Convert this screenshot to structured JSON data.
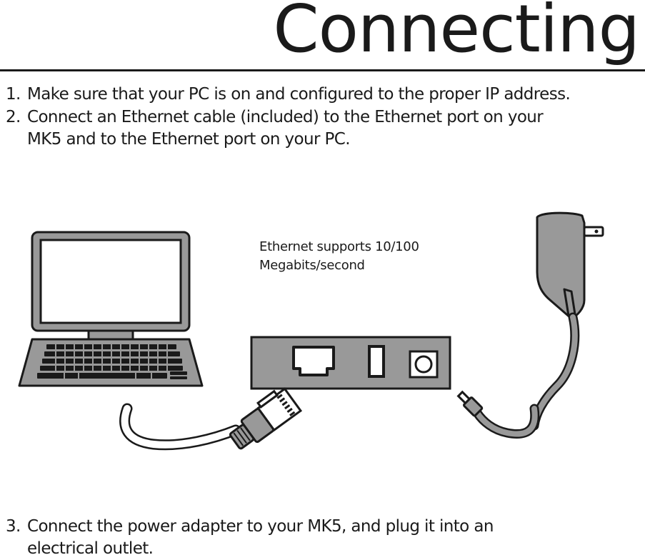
{
  "title": "Connecting",
  "steps": [
    {
      "num": "1.",
      "line1": "Make sure that your PC is on and configured to the proper IP address.",
      "line2": ""
    },
    {
      "num": "2.",
      "line1": "Connect an Ethernet cable (included) to the Ethernet port on your",
      "line2": "MK5 and to the Ethernet port on your PC."
    },
    {
      "num": "3.",
      "line1": "Connect the power adapter to your MK5, and plug it into an",
      "line2": "electrical outlet."
    }
  ],
  "note": {
    "line1": "Ethernet supports 10/100",
    "line2": "Megabits/second"
  },
  "colors": {
    "text": "#1a1a1a",
    "device_gray": "#999999",
    "dark": "#333333"
  },
  "icons": [
    "laptop-icon",
    "mk5-device-icon",
    "ethernet-cable-icon",
    "power-adapter-icon"
  ]
}
